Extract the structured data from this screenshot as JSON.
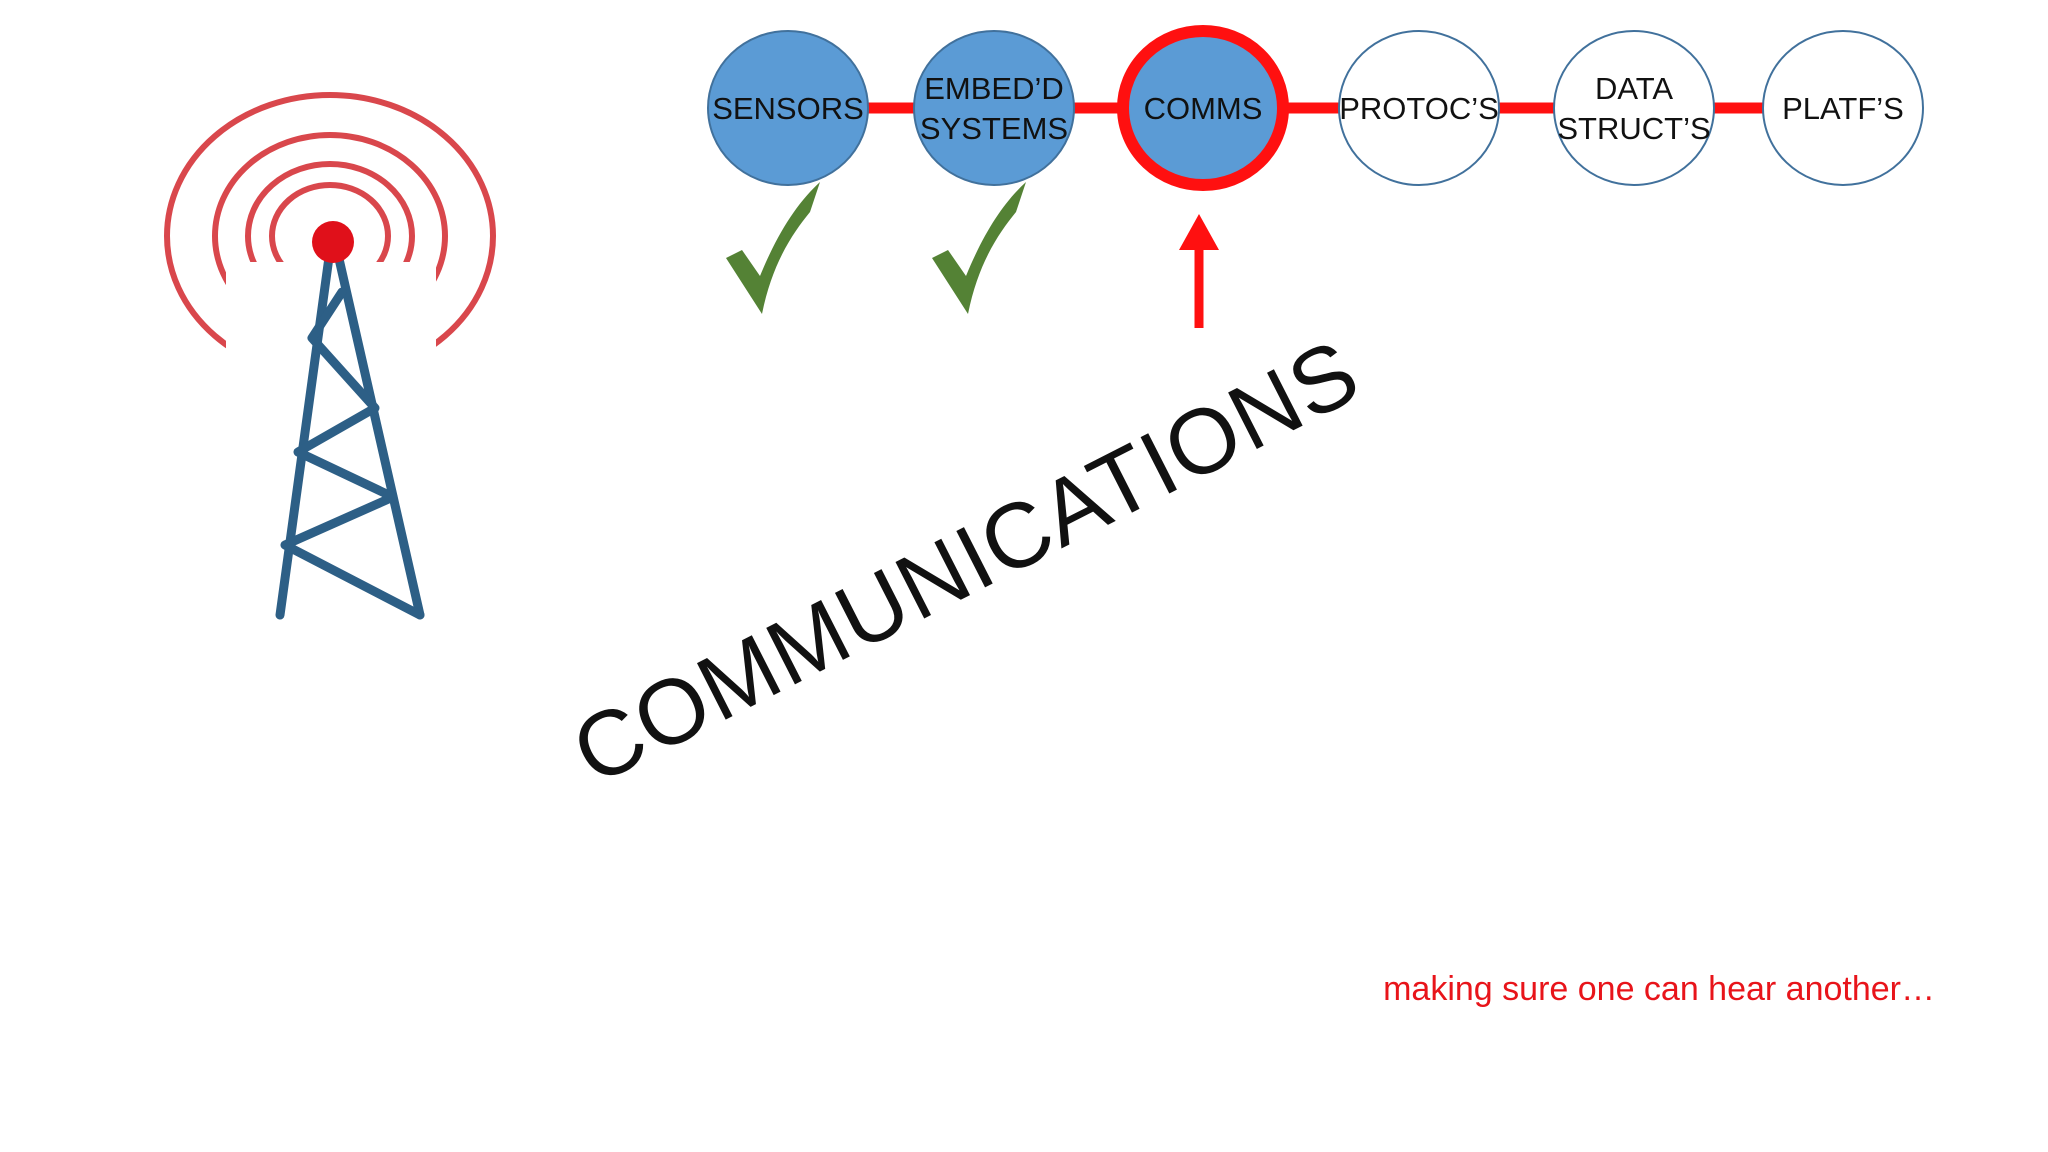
{
  "pipeline": {
    "stages": [
      {
        "lines": [
          "SENSORS"
        ],
        "status": "done"
      },
      {
        "lines": [
          "EMBED’D",
          "SYSTEMS"
        ],
        "status": "done"
      },
      {
        "lines": [
          "COMMS"
        ],
        "status": "current"
      },
      {
        "lines": [
          "PROTOC’S"
        ],
        "status": "upcoming"
      },
      {
        "lines": [
          "DATA",
          "STRUCT’S"
        ],
        "status": "upcoming"
      },
      {
        "lines": [
          "PLATF’S"
        ],
        "status": "upcoming"
      }
    ],
    "markers": {
      "done": "checkmark-icon",
      "current": "up-arrow-icon"
    }
  },
  "title": "COMMUNICATIONS",
  "caption": "making sure one can hear another…",
  "illustration": {
    "icon": "radio-tower-icon"
  },
  "colors": {
    "done_fill": "#5b9bd5",
    "upcoming_fill": "#ffffff",
    "node_stroke": "#41719c",
    "connector": "#ff1010",
    "current_ring": "#ff1010",
    "check": "#548235",
    "arrow": "#ff1010",
    "tower": "#2d5f86",
    "waves": "#d9474c",
    "beacon": "#e0101a",
    "caption": "#e8141a"
  }
}
